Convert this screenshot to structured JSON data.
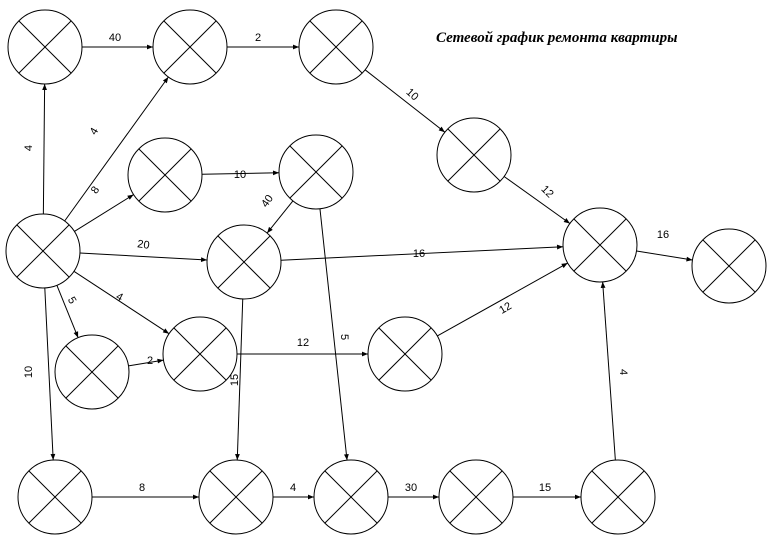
{
  "title": "Сетевой график ремонта квартиры",
  "colors": {
    "stroke": "#000000",
    "background": "#ffffff"
  },
  "node_icon": "circle-with-x",
  "nodes": [
    {
      "id": "n1"
    },
    {
      "id": "n2"
    },
    {
      "id": "n3"
    },
    {
      "id": "n4"
    },
    {
      "id": "n5"
    },
    {
      "id": "n6"
    },
    {
      "id": "n7"
    },
    {
      "id": "n8"
    },
    {
      "id": "n9"
    },
    {
      "id": "n10"
    },
    {
      "id": "n11"
    },
    {
      "id": "n12"
    },
    {
      "id": "n13"
    },
    {
      "id": "n14"
    },
    {
      "id": "n15"
    },
    {
      "id": "n16"
    },
    {
      "id": "n17"
    },
    {
      "id": "n18"
    },
    {
      "id": "n19"
    }
  ],
  "edges": [
    {
      "from": "n3",
      "to": "n1",
      "label": "4"
    },
    {
      "from": "n1",
      "to": "n2",
      "label": "40"
    },
    {
      "from": "n2",
      "to": "n5",
      "label": "2"
    },
    {
      "from": "n3",
      "to": "n2",
      "label": "4"
    },
    {
      "from": "n5",
      "to": "n8",
      "label": "10"
    },
    {
      "from": "n3",
      "to": "n4",
      "label": "8"
    },
    {
      "from": "n4",
      "to": "n6",
      "label": "10"
    },
    {
      "from": "n6",
      "to": "n7",
      "label": "40"
    },
    {
      "from": "n3",
      "to": "n7",
      "label": "20"
    },
    {
      "from": "n8",
      "to": "n9",
      "label": "12"
    },
    {
      "from": "n7",
      "to": "n9",
      "label": "16"
    },
    {
      "from": "n9",
      "to": "n10",
      "label": "16"
    },
    {
      "from": "n3",
      "to": "n11",
      "label": "5"
    },
    {
      "from": "n3",
      "to": "n12",
      "label": "4"
    },
    {
      "from": "n11",
      "to": "n12",
      "label": "2"
    },
    {
      "from": "n12",
      "to": "n13",
      "label": "12"
    },
    {
      "from": "n13",
      "to": "n9",
      "label": "12"
    },
    {
      "from": "n3",
      "to": "n14",
      "label": "10"
    },
    {
      "from": "n14",
      "to": "n15",
      "label": "8"
    },
    {
      "from": "n7",
      "to": "n15",
      "label": "15"
    },
    {
      "from": "n6",
      "to": "n16",
      "label": "5"
    },
    {
      "from": "n15",
      "to": "n16",
      "label": "4"
    },
    {
      "from": "n16",
      "to": "n17",
      "label": "30"
    },
    {
      "from": "n17",
      "to": "n18",
      "label": "15"
    },
    {
      "from": "n18",
      "to": "n9",
      "label": "4"
    }
  ]
}
